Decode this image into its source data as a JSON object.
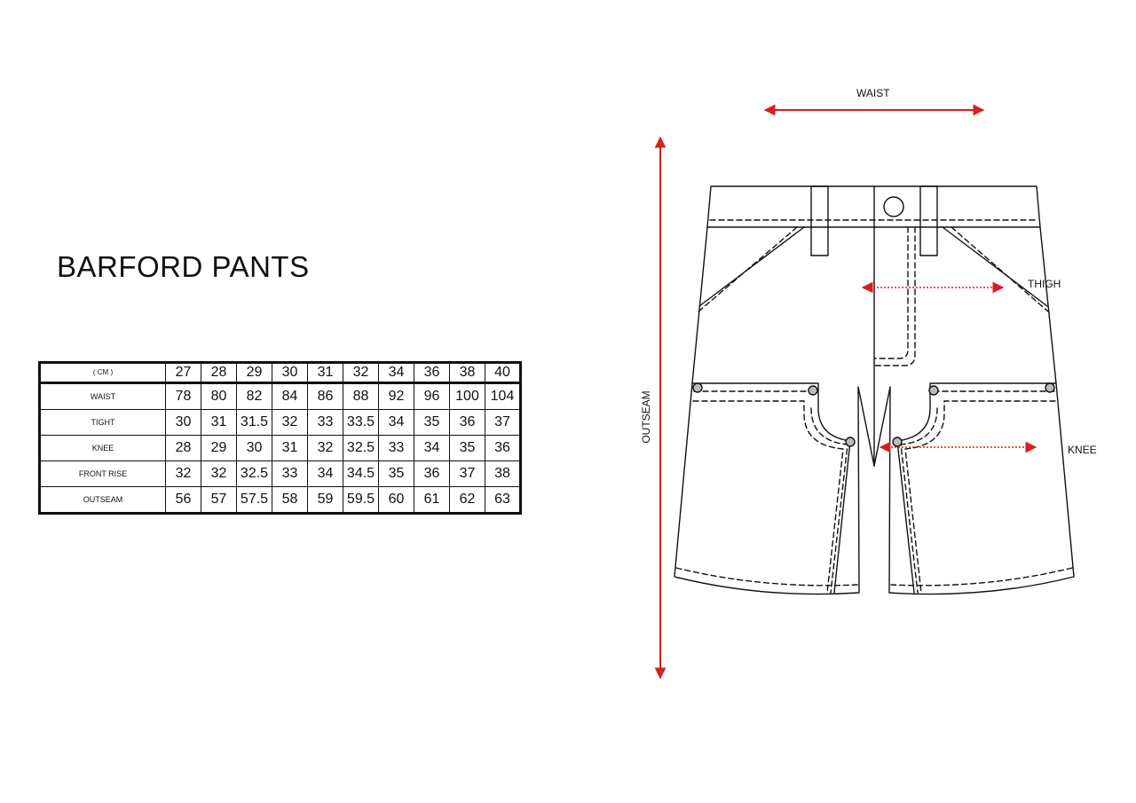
{
  "title": "BARFORD PANTS",
  "table": {
    "unit_label": "( CM )",
    "sizes": [
      "27",
      "28",
      "29",
      "30",
      "31",
      "32",
      "34",
      "36",
      "38",
      "40"
    ],
    "rows": [
      {
        "label": "WAIST",
        "values": [
          "78",
          "80",
          "82",
          "84",
          "86",
          "88",
          "92",
          "96",
          "100",
          "104"
        ]
      },
      {
        "label": "TIGHT",
        "values": [
          "30",
          "31",
          "31.5",
          "32",
          "33",
          "33.5",
          "34",
          "35",
          "36",
          "37"
        ]
      },
      {
        "label": "KNEE",
        "values": [
          "28",
          "29",
          "30",
          "31",
          "32",
          "32.5",
          "33",
          "34",
          "35",
          "36"
        ]
      },
      {
        "label": "FRONT RISE",
        "values": [
          "32",
          "32",
          "32.5",
          "33",
          "34",
          "34.5",
          "35",
          "36",
          "37",
          "38"
        ]
      },
      {
        "label": "OUTSEAM",
        "values": [
          "56",
          "57",
          "57.5",
          "58",
          "59",
          "59.5",
          "60",
          "61",
          "62",
          "63"
        ]
      }
    ]
  },
  "diagram": {
    "labels": {
      "waist": "WAIST",
      "thigh": "THIGH",
      "knee": "KNEE",
      "outseam": "OUTSEAM"
    },
    "colors": {
      "line": "#111111",
      "arrow": "#d6201f"
    }
  }
}
